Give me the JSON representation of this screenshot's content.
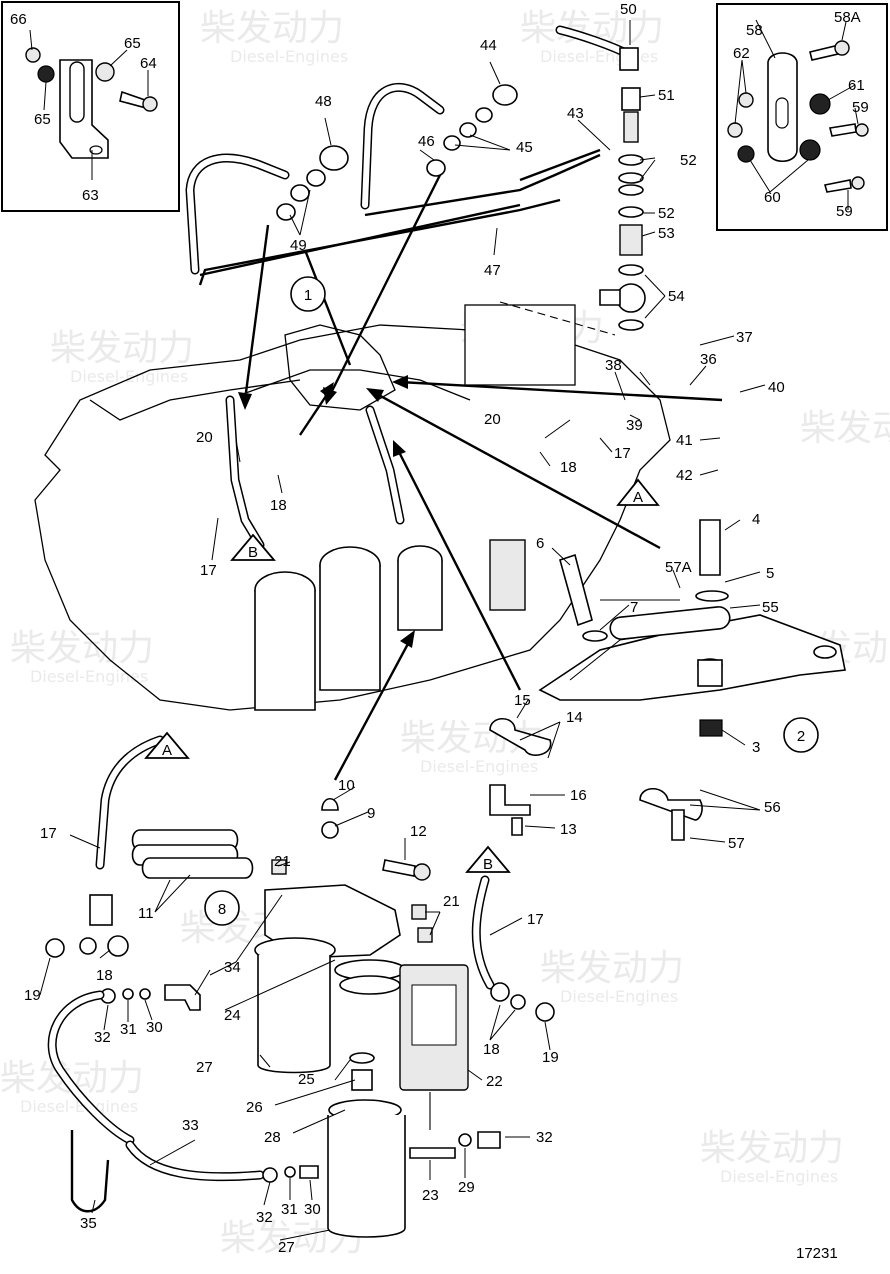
{
  "drawing_number": "17231",
  "watermark": {
    "cn": "柴发动力",
    "en": "Diesel-Engines"
  },
  "circled_refs": [
    "1",
    "2",
    "8"
  ],
  "section_refs": [
    "A",
    "B"
  ],
  "callouts": {
    "c1": "1",
    "c2": "2",
    "c3": "3",
    "c4": "4",
    "c5": "5",
    "c6": "6",
    "c7": "7",
    "c8": "8",
    "c9": "9",
    "c10": "10",
    "c11": "11",
    "c12": "12",
    "c13": "13",
    "c14": "14",
    "c15": "15",
    "c16": "16",
    "c17a": "17",
    "c17b": "17",
    "c17c": "17",
    "c17d": "17",
    "c18a": "18",
    "c18b": "18",
    "c18c": "18",
    "c18d": "18",
    "c19a": "19",
    "c19b": "19",
    "c20a": "20",
    "c20b": "20",
    "c21a": "21",
    "c21b": "21",
    "c22": "22",
    "c23": "23",
    "c24": "24",
    "c25": "25",
    "c26": "26",
    "c27a": "27",
    "c27b": "27",
    "c28": "28",
    "c29": "29",
    "c30a": "30",
    "c30b": "30",
    "c31a": "31",
    "c31b": "31",
    "c32a": "32",
    "c32b": "32",
    "c32c": "32",
    "c33": "33",
    "c34": "34",
    "c35": "35",
    "c36": "36",
    "c37": "37",
    "c38": "38",
    "c39": "39",
    "c40": "40",
    "c41": "41",
    "c42": "42",
    "c43": "43",
    "c44": "44",
    "c45": "45",
    "c46": "46",
    "c47": "47",
    "c48": "48",
    "c49": "49",
    "c50": "50",
    "c51": "51",
    "c52a": "52",
    "c52b": "52",
    "c53": "53",
    "c54": "54",
    "c55": "55",
    "c56": "56",
    "c57": "57",
    "c57a": "57A",
    "c58": "58",
    "c58a": "58A",
    "c59a": "59",
    "c59b": "59",
    "c60": "60",
    "c61": "61",
    "c62": "62",
    "c63": "63",
    "c64": "64",
    "c65a": "65",
    "c65b": "65",
    "c66": "66"
  }
}
